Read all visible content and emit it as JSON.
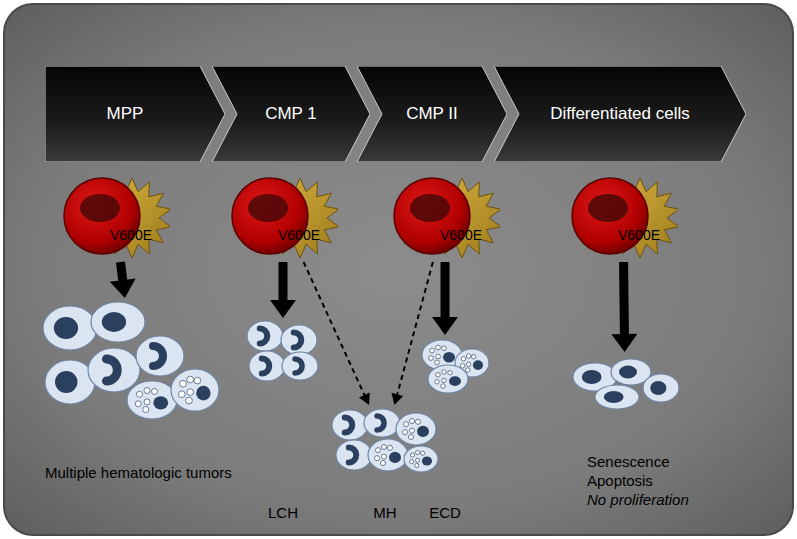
{
  "diagram": {
    "nodes": [
      {
        "text": [
          "MPP"
        ]
      },
      {
        "text": [
          "CMP 1"
        ]
      },
      {
        "text": [
          "CMP II"
        ]
      },
      {
        "text": [
          "Differentiated cells"
        ]
      },
      {
        "text": [
          "V600E"
        ]
      },
      {
        "text": [
          "V600E"
        ]
      },
      {
        "text": [
          "V600E"
        ]
      },
      {
        "text": [
          "V600E"
        ]
      },
      {
        "text": [
          "Multiple hematologic tumors"
        ]
      },
      {
        "text": [
          "LCH"
        ]
      },
      {
        "text": [
          "MH"
        ]
      },
      {
        "text": [
          "ECD"
        ]
      },
      {
        "text": [
          "Senescence",
          "Apoptosis",
          "No proliferation"
        ]
      }
    ],
    "edges": [
      {
        "from": 4,
        "to": 8,
        "arrow": "to"
      },
      {
        "from": 5,
        "to": 9,
        "arrow": "to"
      },
      {
        "from": 5,
        "to": 10,
        "arrow": "to"
      },
      {
        "from": 6,
        "to": 10,
        "arrow": "to"
      },
      {
        "from": 6,
        "to": 11,
        "arrow": "to"
      },
      {
        "from": 7,
        "to": 12,
        "arrow": "to"
      }
    ]
  }
}
